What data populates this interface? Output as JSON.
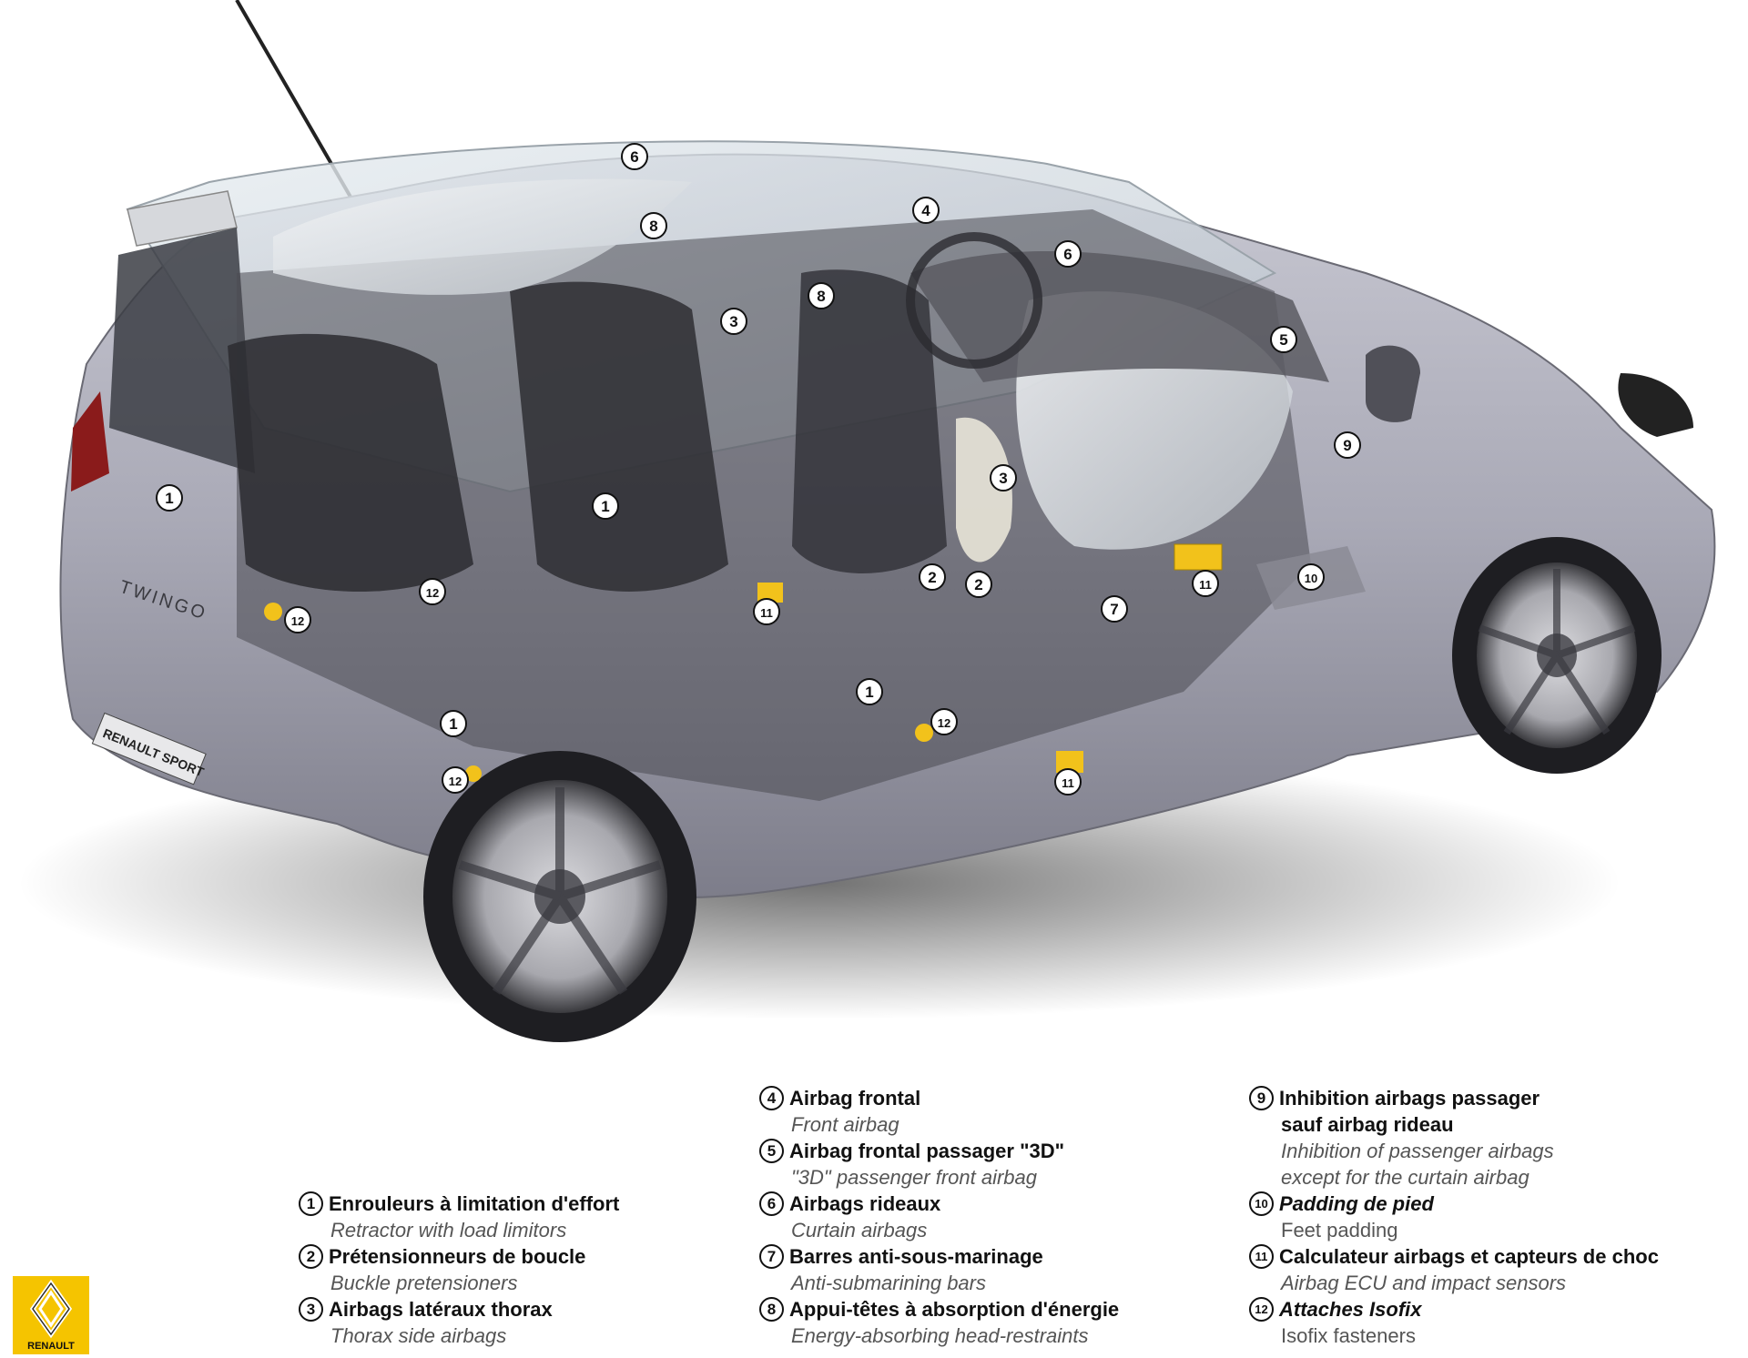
{
  "brand": {
    "logo_text": "RENAULT",
    "accent": "#f5c400",
    "rear_badge": "TWINGO",
    "plate_text": "RENAULT SPORT"
  },
  "callouts": [
    {
      "num": "1",
      "icon": "circled-number"
    },
    {
      "num": "2",
      "icon": "circled-number"
    },
    {
      "num": "3",
      "icon": "circled-number"
    },
    {
      "num": "4",
      "icon": "circled-number"
    },
    {
      "num": "5",
      "icon": "circled-number"
    },
    {
      "num": "6",
      "icon": "circled-number"
    },
    {
      "num": "7",
      "icon": "circled-number"
    },
    {
      "num": "8",
      "icon": "circled-number"
    },
    {
      "num": "9",
      "icon": "circled-number"
    },
    {
      "num": "10",
      "icon": "circled-number"
    },
    {
      "num": "11",
      "icon": "circled-number"
    },
    {
      "num": "12",
      "icon": "circled-number"
    }
  ],
  "legend": [
    {
      "num": "1",
      "fr": "Enrouleurs à limitation d'effort",
      "en": "Retractor with load limitors"
    },
    {
      "num": "2",
      "fr": "Prétensionneurs de boucle",
      "en": "Buckle pretensioners"
    },
    {
      "num": "3",
      "fr": "Airbags latéraux thorax",
      "en": "Thorax side airbags"
    },
    {
      "num": "4",
      "fr": "Airbag frontal",
      "en": "Front airbag"
    },
    {
      "num": "5",
      "fr": "Airbag frontal passager \"3D\"",
      "en": "\"3D\" passenger front airbag"
    },
    {
      "num": "6",
      "fr": "Airbags rideaux",
      "en": "Curtain airbags"
    },
    {
      "num": "7",
      "fr": "Barres anti-sous-marinage",
      "en": "Anti-submarining bars"
    },
    {
      "num": "8",
      "fr": "Appui-têtes à absorption d'énergie",
      "en": "Energy-absorbing head-restraints"
    },
    {
      "num": "9",
      "fr": "Inhibition airbags passager",
      "fr2": "sauf airbag rideau",
      "en": "Inhibition of passenger airbags",
      "en2": "except for the curtain airbag"
    },
    {
      "num": "10",
      "fr": "Padding de pied",
      "en": "Feet padding"
    },
    {
      "num": "11",
      "fr": "Calculateur airbags et capteurs de choc",
      "en": "Airbag ECU and impact sensors"
    },
    {
      "num": "12",
      "fr": "Attaches Isofix",
      "en": "Isofix fasteners"
    }
  ]
}
